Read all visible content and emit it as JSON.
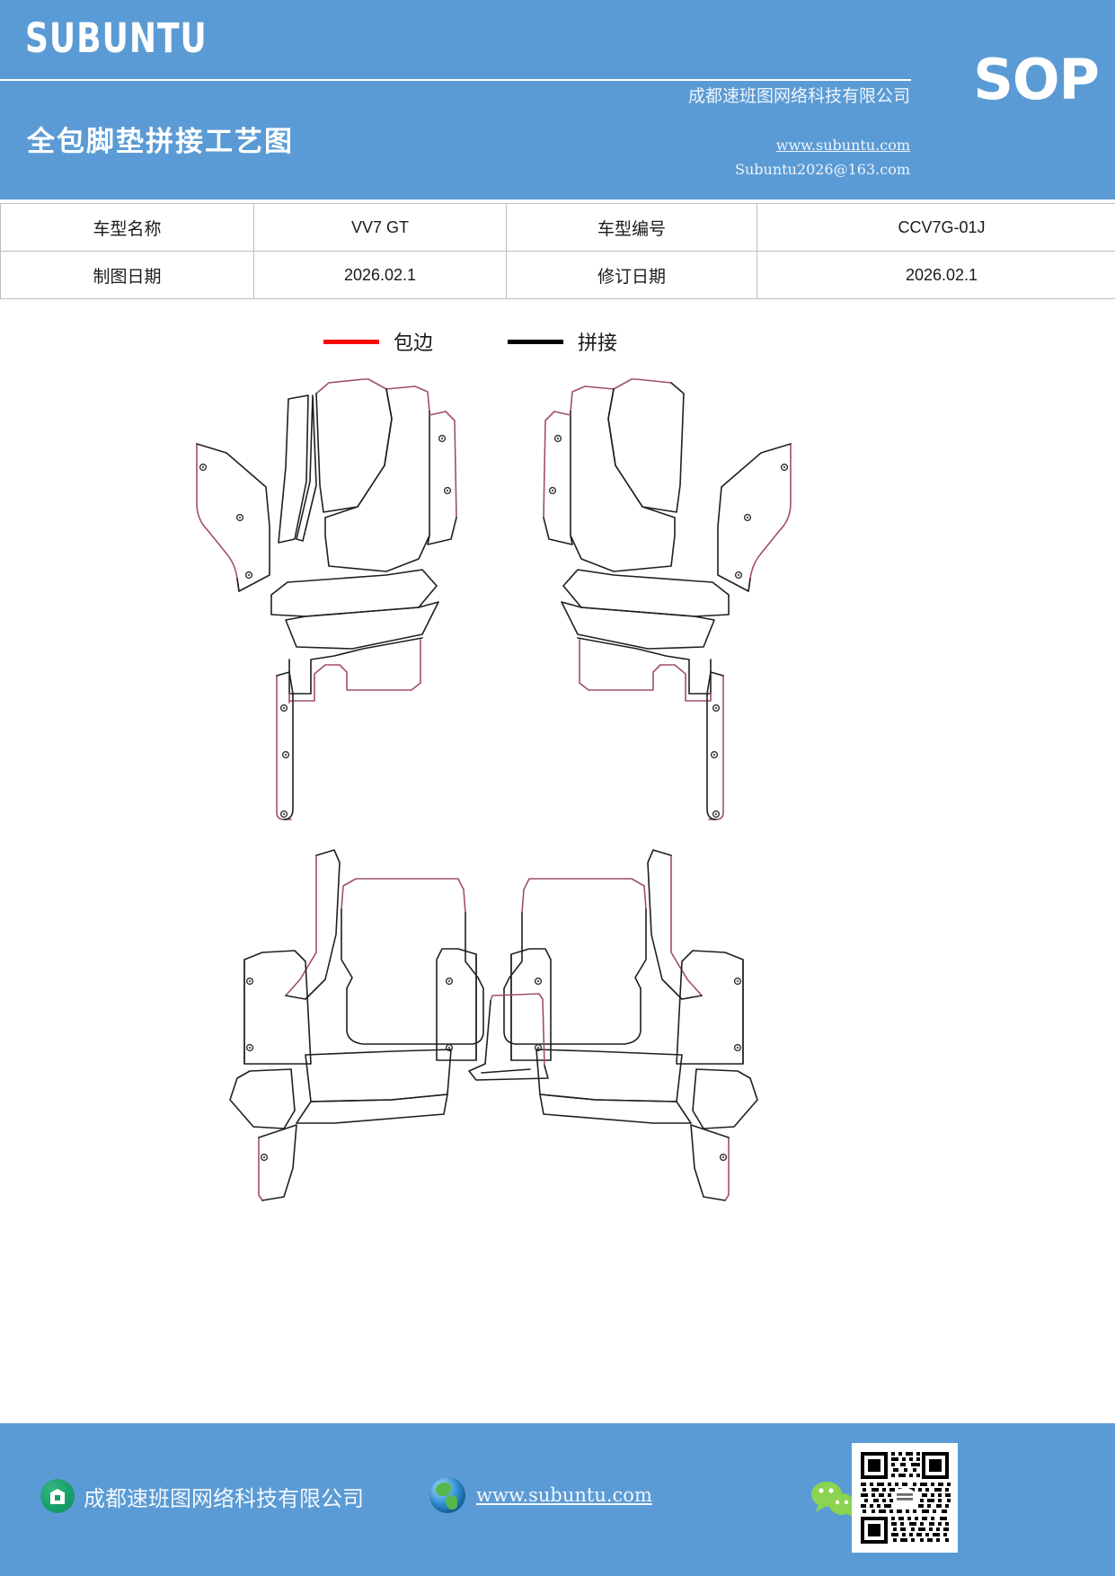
{
  "header": {
    "brand": "SUBUNTU",
    "doc_type_badge": "SOP",
    "title": "全包脚垫拼接工艺图",
    "company": "成都速班图网络科技有限公司",
    "website": "www.subuntu.com",
    "email": "Subuntu2026@163.com",
    "background_color": "#5b9bd5"
  },
  "info_table": {
    "rows": [
      {
        "label1": "车型名称",
        "value1": "VV7 GT",
        "label2": "车型编号",
        "value2": "CCV7G-01J"
      },
      {
        "label1": "制图日期",
        "value1": "2026.02.1",
        "label2": "修订日期",
        "value2": "2026.02.1"
      }
    ]
  },
  "legend": {
    "items": [
      {
        "label": "包边",
        "color": "#ff0000",
        "meaning": "binding-edge"
      },
      {
        "label": "拼接",
        "color": "#000000",
        "meaning": "splice-seam"
      }
    ]
  },
  "drawing": {
    "description": "全包脚垫拼接工艺图 - 前排与后排脚垫裁片排版",
    "binding_color": "#a05060",
    "splice_color": "#1a1a1a",
    "groups": [
      {
        "name": "front-left-mat-assembly"
      },
      {
        "name": "front-right-mat-assembly"
      },
      {
        "name": "rear-left-mat-assembly"
      },
      {
        "name": "rear-right-mat-assembly"
      },
      {
        "name": "center-tunnel-piece"
      }
    ]
  },
  "footer": {
    "company": "成都速班图网络科技有限公司",
    "website": "www.subuntu.com",
    "background_color": "#5b9bd5",
    "icons": [
      "building-icon",
      "globe-icon",
      "wechat-icon",
      "qr-code"
    ]
  }
}
